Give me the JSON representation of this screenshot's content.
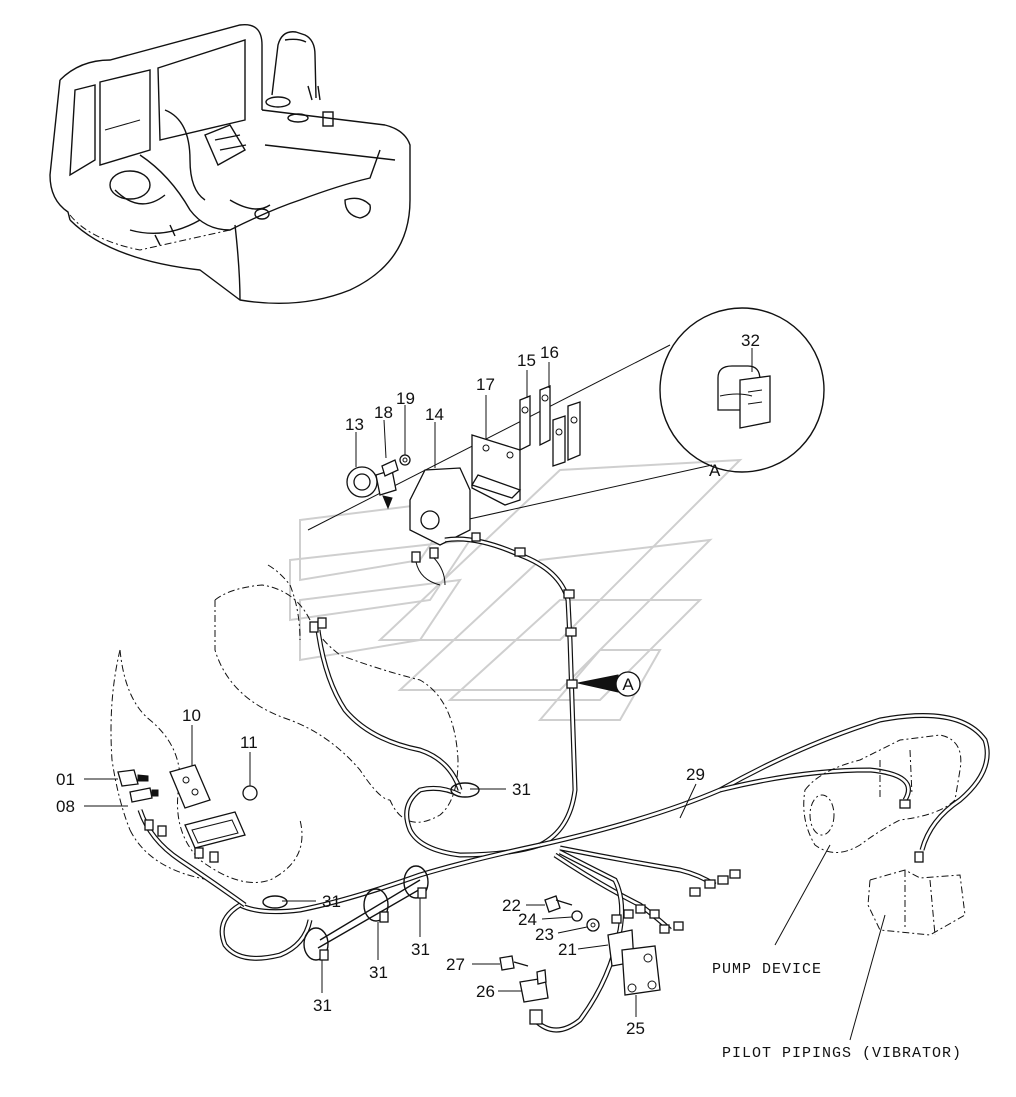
{
  "diagram": {
    "callouts": [
      {
        "id": "c01",
        "text": "01"
      },
      {
        "id": "c08",
        "text": "08"
      },
      {
        "id": "c10",
        "text": "10"
      },
      {
        "id": "c11",
        "text": "11"
      },
      {
        "id": "c13",
        "text": "13"
      },
      {
        "id": "c14",
        "text": "14"
      },
      {
        "id": "c15",
        "text": "15"
      },
      {
        "id": "c16",
        "text": "16"
      },
      {
        "id": "c17",
        "text": "17"
      },
      {
        "id": "c18",
        "text": "18"
      },
      {
        "id": "c19",
        "text": "19"
      },
      {
        "id": "c21",
        "text": "21"
      },
      {
        "id": "c22",
        "text": "22"
      },
      {
        "id": "c23",
        "text": "23"
      },
      {
        "id": "c24",
        "text": "24"
      },
      {
        "id": "c25",
        "text": "25"
      },
      {
        "id": "c26",
        "text": "26"
      },
      {
        "id": "c27",
        "text": "27"
      },
      {
        "id": "c29",
        "text": "29"
      },
      {
        "id": "c31a",
        "text": "31"
      },
      {
        "id": "c31b",
        "text": "31"
      },
      {
        "id": "c31c",
        "text": "31"
      },
      {
        "id": "c31d",
        "text": "31"
      },
      {
        "id": "c31e",
        "text": "31"
      },
      {
        "id": "c32",
        "text": "32"
      }
    ],
    "detail_marker": "A",
    "detail_view_label": "A",
    "labels": {
      "pump_device": "PUMP DEVICE",
      "pilot_pipings": "PILOT PIPINGS (VIBRATOR)"
    }
  }
}
